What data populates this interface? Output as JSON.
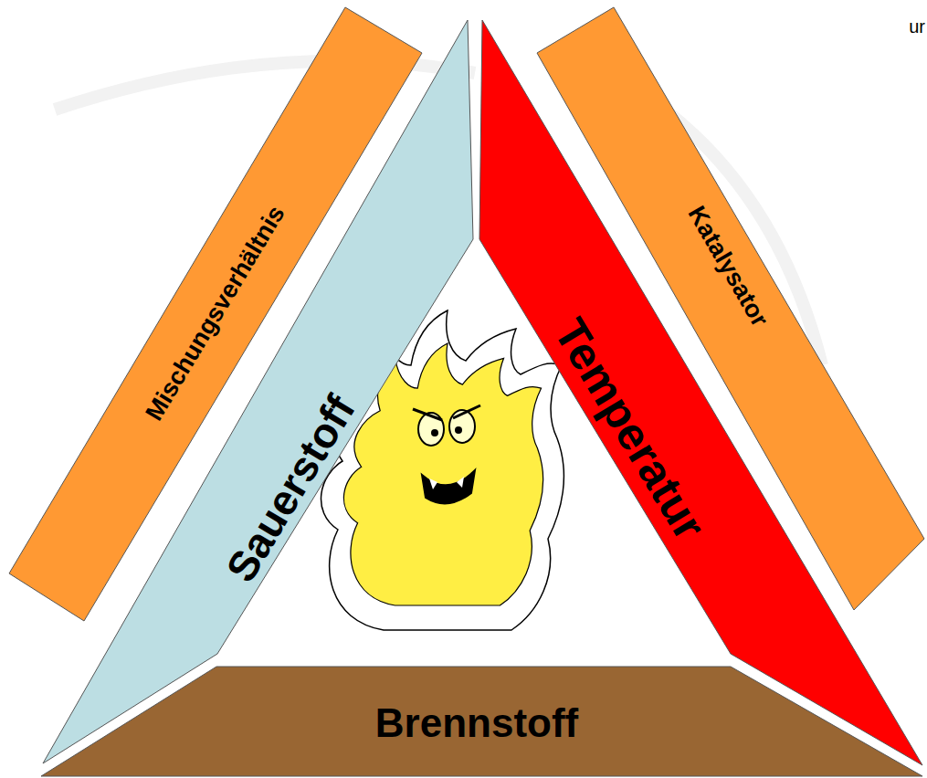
{
  "diagram": {
    "nodes": [
      {
        "text": [
          "Mischungsverhältnis"
        ]
      },
      {
        "text": [
          "Sauerstoff"
        ]
      },
      {
        "text": [
          "Temperatur"
        ]
      },
      {
        "text": [
          "Katalysator"
        ]
      },
      {
        "text": [
          "Brennstoff"
        ]
      }
    ],
    "labels": [
      "ur"
    ]
  }
}
